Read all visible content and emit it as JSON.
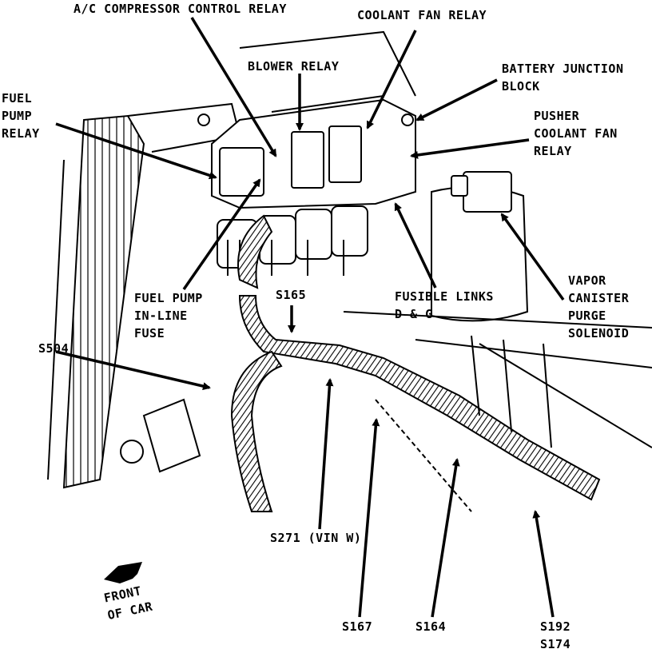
{
  "labels": {
    "ac_compressor_relay": "A/C COMPRESSOR CONTROL RELAY",
    "coolant_fan_relay": "COOLANT FAN RELAY",
    "blower_relay": "BLOWER RELAY",
    "battery_junction_block": [
      "BATTERY JUNCTION",
      "BLOCK"
    ],
    "fuel_pump_relay": [
      "FUEL",
      "PUMP",
      "RELAY"
    ],
    "pusher_coolant_fan_relay": [
      "PUSHER",
      "COOLANT FAN",
      "RELAY"
    ],
    "vapor_canister_purge_solenoid": [
      "VAPOR",
      "CANISTER",
      "PURGE",
      "SOLENOID"
    ],
    "fuel_pump_inline_fuse": [
      "FUEL PUMP",
      "IN-LINE",
      "FUSE"
    ],
    "fusible_links": [
      "FUSIBLE LINKS",
      "D & G"
    ],
    "s165": "S165",
    "s504": "S504",
    "s271": "S271 (VIN W)",
    "s167": "S167",
    "s164": "S164",
    "s192_s174": [
      "S192",
      "S174"
    ],
    "front_of_car": [
      "FRONT",
      "OF CAR"
    ]
  },
  "colors": {
    "ink": "#000000",
    "paper": "#ffffff"
  }
}
